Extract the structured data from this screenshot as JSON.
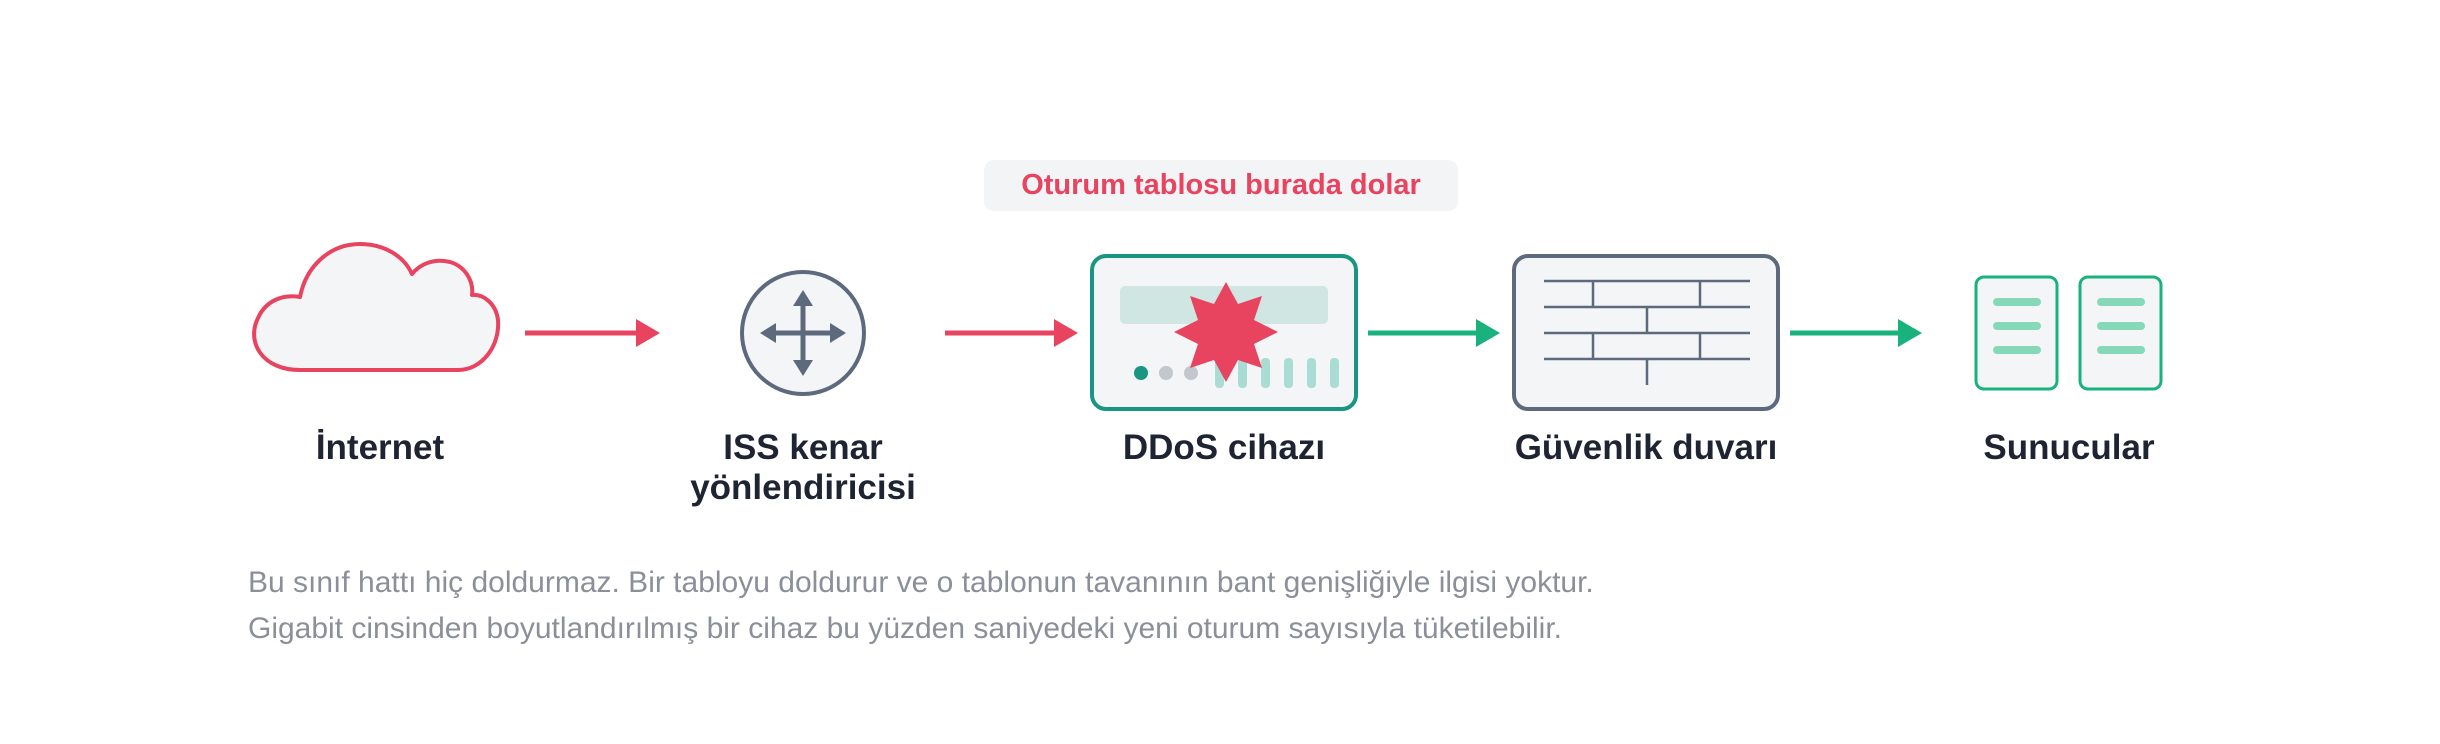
{
  "callout": "Oturum tablosu burada dolar",
  "nodes": [
    {
      "label": "İnternet",
      "icon": "cloud-icon"
    },
    {
      "label_line1": "ISS kenar",
      "label_line2": "yönlendiricisi",
      "icon": "router-icon"
    },
    {
      "label": "DDoS cihazı",
      "icon": "ddos-appliance-icon"
    },
    {
      "label": "Güvenlik duvarı",
      "icon": "firewall-icon"
    },
    {
      "label": "Sunucular",
      "icon": "servers-icon"
    }
  ],
  "caption": {
    "line1": "Bu sınıf hattı hiç doldurmaz. Bir tabloyu doldurur ve o tablonun tavanının bant genişliğiyle ilgisi yoktur.",
    "line2": "Gigabit cinsinden boyutlandırılmış bir cihaz bu yüzden saniyedeki yeni oturum sayısıyla tüketilebilir."
  },
  "colors": {
    "attack": "#e8435f",
    "clean": "#19b17c",
    "appliance": "#1a9582",
    "firewall": "#5d6a7e",
    "text": "#1f2433",
    "muted": "#8a8f99"
  }
}
